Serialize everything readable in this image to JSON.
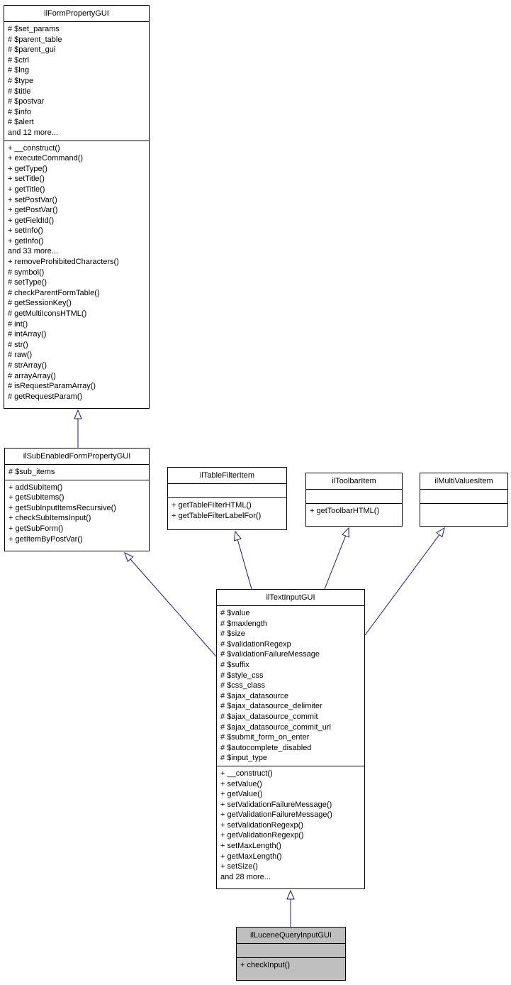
{
  "diagram": {
    "type": "uml-class-inheritance",
    "colors": {
      "edge": "#191970",
      "border": "#000000",
      "box_fill": "#ffffff",
      "highlight_fill": "#bfbfbf"
    },
    "classes": [
      {
        "title": "ilFormPropertyGUI",
        "highlighted": false,
        "attributes": [
          "# $set_params",
          "# $parent_table",
          "# $parent_gui",
          "# $ctrl",
          "# $lng",
          "# $type",
          "# $title",
          "# $postvar",
          "# $info",
          "# $alert",
          "and 12 more..."
        ],
        "methods": [
          "+ __construct()",
          "+ executeCommand()",
          "+ getType()",
          "+ setTitle()",
          "+ getTitle()",
          "+ setPostVar()",
          "+ getPostVar()",
          "+ getFieldId()",
          "+ setInfo()",
          "+ getInfo()",
          "and 33 more...",
          "+ removeProhibitedCharacters()",
          "# symbol()",
          "# setType()",
          "# checkParentFormTable()",
          "# getSessionKey()",
          "# getMultiIconsHTML()",
          "# int()",
          "# intArray()",
          "# str()",
          "# raw()",
          "# strArray()",
          "# arrayArray()",
          "# isRequestParamArray()",
          "# getRequestParam()"
        ]
      },
      {
        "title": "ilSubEnabledFormPropertyGUI",
        "highlighted": false,
        "attributes": [
          "# $sub_items"
        ],
        "methods": [
          "+ addSubItem()",
          "+ getSubItems()",
          "+ getSubInputItemsRecursive()",
          "+ checkSubItemsInput()",
          "+ getSubForm()",
          "+ getItemByPostVar()"
        ]
      },
      {
        "title": "ilTableFilterItem",
        "highlighted": false,
        "attributes": [],
        "methods": [
          "+ getTableFilterHTML()",
          "+ getTableFilterLabelFor()"
        ]
      },
      {
        "title": "ilToolbarItem",
        "highlighted": false,
        "attributes": [],
        "methods": [
          "+ getToolbarHTML()"
        ]
      },
      {
        "title": "ilMultiValuesItem",
        "highlighted": false,
        "attributes": [],
        "methods": []
      },
      {
        "title": "ilTextInputGUI",
        "highlighted": false,
        "attributes": [
          "# $value",
          "# $maxlength",
          "# $size",
          "# $validationRegexp",
          "# $validationFailureMessage",
          "# $suffix",
          "# $style_css",
          "# $css_class",
          "# $ajax_datasource",
          "# $ajax_datasource_delimiter",
          "# $ajax_datasource_commit",
          "# $ajax_datasource_commit_url",
          "# $submit_form_on_enter",
          "# $autocomplete_disabled",
          "# $input_type"
        ],
        "methods": [
          "+ __construct()",
          "+ setValue()",
          "+ getValue()",
          "+ setValidationFailureMessage()",
          "+ getValidationFailureMessage()",
          "+ setValidationRegexp()",
          "+ getValidationRegexp()",
          "+ setMaxLength()",
          "+ getMaxLength()",
          "+ setSize()",
          "and 28 more..."
        ]
      },
      {
        "title": "ilLuceneQueryInputGUI",
        "highlighted": true,
        "attributes": [],
        "methods": [
          "+ checkInput()"
        ]
      }
    ],
    "relations": [
      {
        "from": "ilSubEnabledFormPropertyGUI",
        "to": "ilFormPropertyGUI",
        "type": "inheritance"
      },
      {
        "from": "ilTextInputGUI",
        "to": "ilSubEnabledFormPropertyGUI",
        "type": "inheritance"
      },
      {
        "from": "ilTextInputGUI",
        "to": "ilTableFilterItem",
        "type": "inheritance"
      },
      {
        "from": "ilTextInputGUI",
        "to": "ilToolbarItem",
        "type": "inheritance"
      },
      {
        "from": "ilTextInputGUI",
        "to": "ilMultiValuesItem",
        "type": "inheritance"
      },
      {
        "from": "ilLuceneQueryInputGUI",
        "to": "ilTextInputGUI",
        "type": "inheritance"
      }
    ]
  }
}
